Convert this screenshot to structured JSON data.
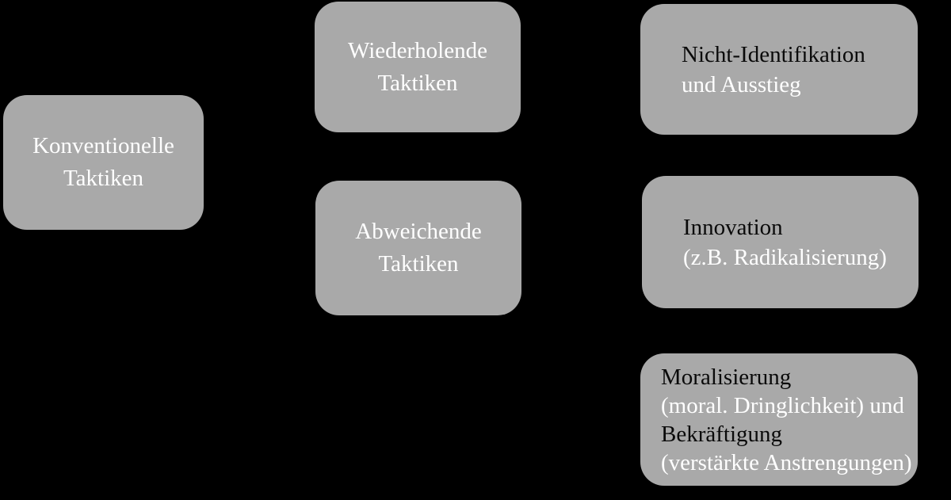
{
  "canvas": {
    "background": "#000000",
    "box_fill": "#a9a9a9",
    "text_white": "#ffffff",
    "text_black": "#0a0a0a"
  },
  "boxes": [
    {
      "name": "konventionelle-taktiken",
      "lines": [
        {
          "text": "Konventionelle",
          "color": "#ffffff"
        },
        {
          "text": "Taktiken",
          "color": "#ffffff"
        }
      ]
    },
    {
      "name": "wiederholende-taktiken",
      "lines": [
        {
          "text": "Wiederholende",
          "color": "#ffffff"
        },
        {
          "text": "Taktiken",
          "color": "#ffffff"
        }
      ]
    },
    {
      "name": "abweichende-taktiken",
      "lines": [
        {
          "text": "Abweichende",
          "color": "#ffffff"
        },
        {
          "text": "Taktiken",
          "color": "#ffffff"
        }
      ]
    },
    {
      "name": "nicht-identifikation-und-ausstieg",
      "lines": [
        {
          "text": "Nicht-Identifikation",
          "color": "#0a0a0a"
        },
        {
          "text": "und Ausstieg",
          "color": "#ffffff"
        }
      ]
    },
    {
      "name": "innovation-radikalisierung",
      "lines": [
        {
          "text": "Innovation",
          "color": "#0a0a0a"
        },
        {
          "text": "(z.B. Radikalisierung)",
          "color": "#ffffff"
        }
      ]
    },
    {
      "name": "moralisierung-bekraeftigung",
      "lines": [
        {
          "text": "Moralisierung",
          "color": "#0a0a0a"
        },
        {
          "text": "(moral. Dringlichkeit) und",
          "color": "#ffffff"
        },
        {
          "text": "Bekräftigung",
          "color": "#0a0a0a"
        },
        {
          "text": "(verstärkte Anstrengungen)",
          "color": "#ffffff"
        }
      ]
    }
  ]
}
